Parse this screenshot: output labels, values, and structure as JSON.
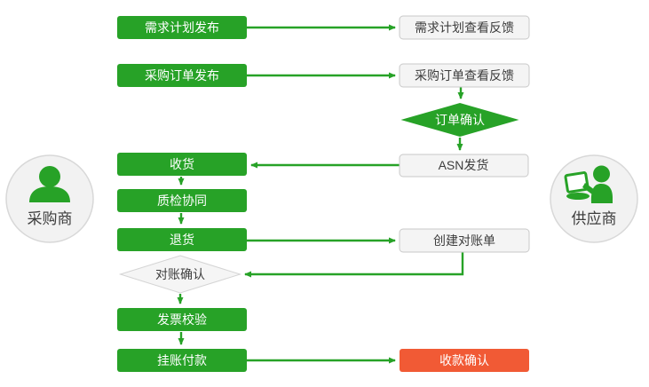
{
  "palette": {
    "flow_green": "#27a227",
    "alert_red": "#f15a35",
    "neutral_fill": "#f4f4f4",
    "neutral_border": "#c9c9c9",
    "diamond_gray_fill": "#f5f5f5",
    "diamond_gray_border": "#d4d4d4",
    "circle_fill": "#f2f2f2",
    "circle_border": "#d8d8d8",
    "dark_text": "#3d3d3d",
    "white_text": "#ffffff"
  },
  "actors": {
    "buyer": {
      "label": "采购商",
      "icon": "user-silhouette-icon"
    },
    "supplier": {
      "label": "供应商",
      "icon": "user-laptop-icon"
    }
  },
  "nodes": {
    "demand_plan_publish": {
      "label": "需求计划发布"
    },
    "demand_plan_feedback": {
      "label": "需求计划查看反馈"
    },
    "purchase_order_publish": {
      "label": "采购订单发布"
    },
    "purchase_order_feedback": {
      "label": "采购订单查看反馈"
    },
    "order_confirm": {
      "label": "订单确认"
    },
    "asn_shipping": {
      "label": "ASN发货"
    },
    "receive_goods": {
      "label": "收货"
    },
    "quality_inspection": {
      "label": "质检协同"
    },
    "return_goods": {
      "label": "退货"
    },
    "create_statement": {
      "label": "创建对账单"
    },
    "reconciliation_confirm": {
      "label": "对账确认"
    },
    "invoice_verification": {
      "label": "发票校验"
    },
    "payment_on_account": {
      "label": "挂账付款"
    },
    "payment_confirm": {
      "label": "收款确认"
    }
  }
}
